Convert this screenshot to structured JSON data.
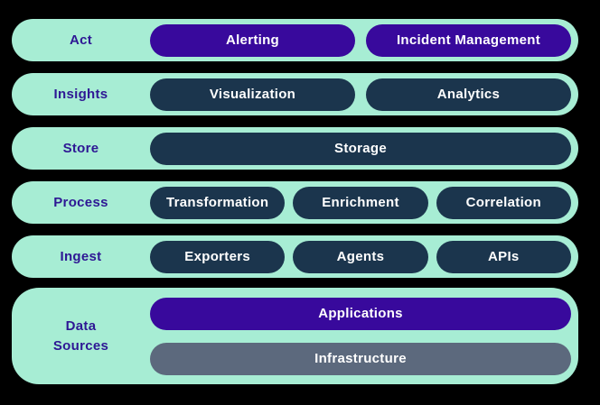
{
  "colors": {
    "background": "#000000",
    "band": "#A7EDD4",
    "label_text": "#2E1794",
    "pill_purple": "#38099C",
    "pill_navy": "#1B354D",
    "pill_gray": "#5C697D",
    "pill_text": "#FFFFFF"
  },
  "rows": [
    {
      "label": "Act",
      "pills": [
        {
          "text": "Alerting",
          "variant": "purple"
        },
        {
          "text": "Incident Management",
          "variant": "purple"
        }
      ]
    },
    {
      "label": "Insights",
      "pills": [
        {
          "text": "Visualization",
          "variant": "navy"
        },
        {
          "text": "Analytics",
          "variant": "navy"
        }
      ]
    },
    {
      "label": "Store",
      "pills": [
        {
          "text": "Storage",
          "variant": "navy"
        }
      ]
    },
    {
      "label": "Process",
      "pills": [
        {
          "text": "Transformation",
          "variant": "navy"
        },
        {
          "text": "Enrichment",
          "variant": "navy"
        },
        {
          "text": "Correlation",
          "variant": "navy"
        }
      ]
    },
    {
      "label": "Ingest",
      "pills": [
        {
          "text": "Exporters",
          "variant": "navy"
        },
        {
          "text": "Agents",
          "variant": "navy"
        },
        {
          "text": "APIs",
          "variant": "navy"
        }
      ]
    },
    {
      "label": "Data Sources",
      "pills": [
        {
          "text": "Applications",
          "variant": "purple"
        },
        {
          "text": "Infrastructure",
          "variant": "gray"
        }
      ]
    }
  ]
}
